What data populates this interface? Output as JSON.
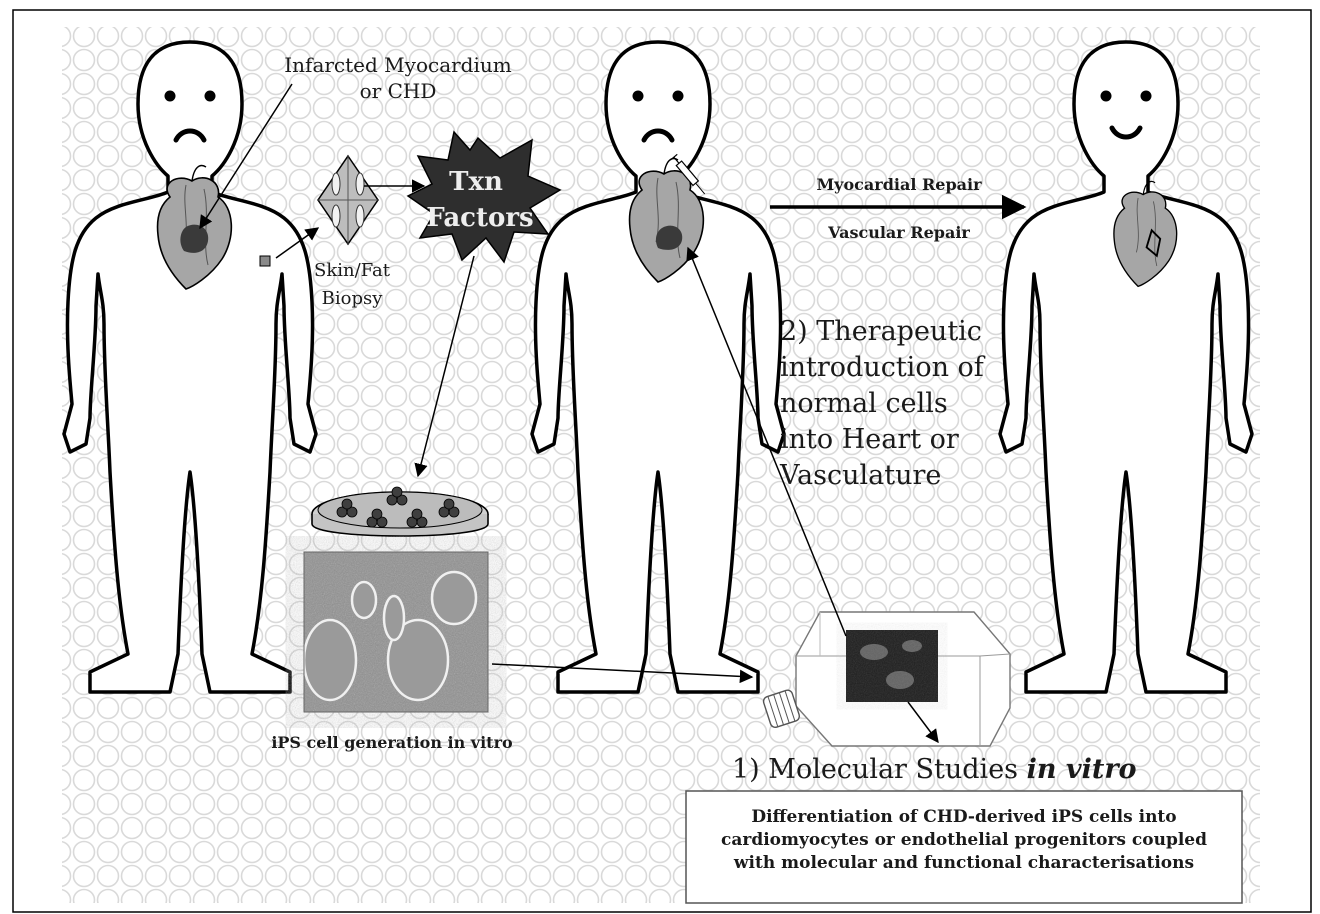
{
  "labels": {
    "infarcted_line1": "Infarcted Myocardium",
    "infarcted_line2": "or CHD",
    "biopsy_line1": "Skin/Fat",
    "biopsy_line2": "Biopsy",
    "txn_line1": "Txn",
    "txn_line2": "Factors",
    "myocardial_repair": "Myocardial Repair",
    "vascular_repair": "Vascular Repair",
    "therapeutic_lines": [
      "2) Therapeutic",
      "introduction of",
      "normal cells",
      "into Heart or",
      "Vasculature"
    ],
    "ips_generation": "iPS cell generation in vitro",
    "molecular_prefix": "1)  Molecular Studies ",
    "molecular_italic": "in vitro",
    "box_lines": [
      "Differentiation of CHD-derived iPS cells into",
      "cardiomyocytes or endothelial progenitors coupled",
      "with molecular and functional characterisations"
    ]
  },
  "colors": {
    "background_pattern": "#e6e6e6",
    "outline": "#000000",
    "heart_fill": "#a6a6a6",
    "infarct_fill": "#3a3a3a",
    "star_fill": "#2e2e2e",
    "micrograph_bg": "#8f8f8f"
  },
  "figures": [
    {
      "expression": "sad"
    },
    {
      "expression": "sad"
    },
    {
      "expression": "happy"
    }
  ]
}
